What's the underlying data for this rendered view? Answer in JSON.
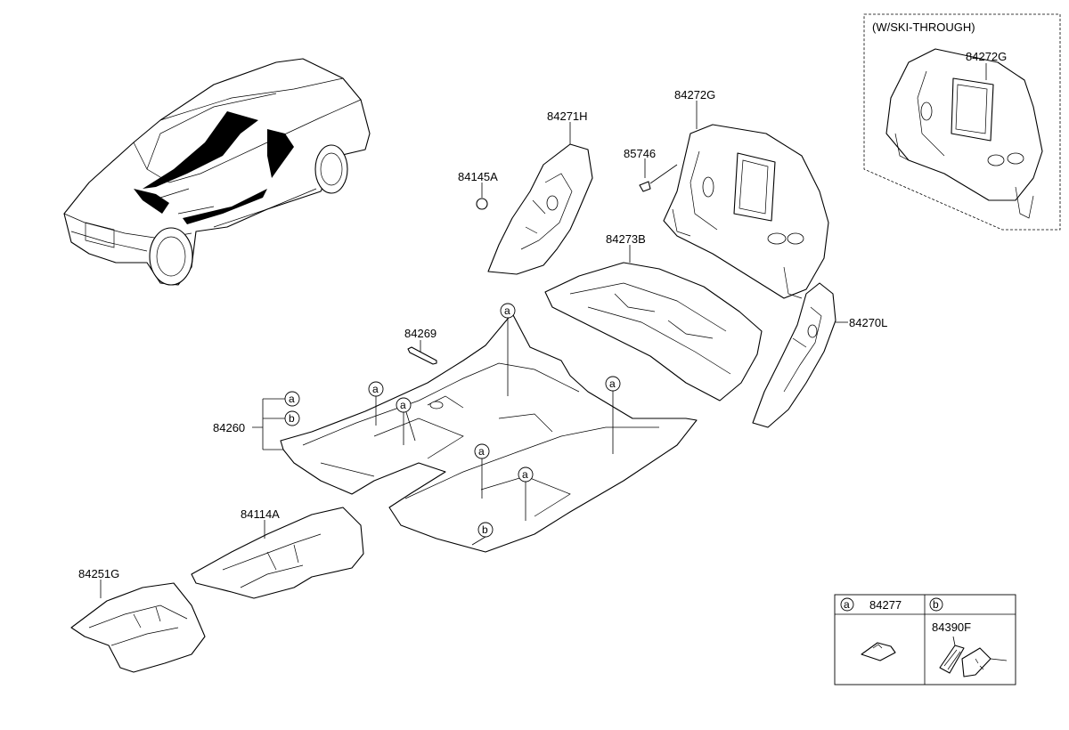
{
  "parts": {
    "p84272G_inset": "84272G",
    "p84271H": "84271H",
    "p84272G": "84272G",
    "p85746": "85746",
    "p84145A": "84145A",
    "p84273B": "84273B",
    "p84270L": "84270L",
    "p84269": "84269",
    "p84260": "84260",
    "p84114A": "84114A",
    "p84251G": "84251G"
  },
  "inset": {
    "title": "(W/SKI-THROUGH)"
  },
  "callouts": {
    "a": "a",
    "b": "b"
  },
  "legend": {
    "a_code": "84277",
    "b_code": "84390F"
  }
}
